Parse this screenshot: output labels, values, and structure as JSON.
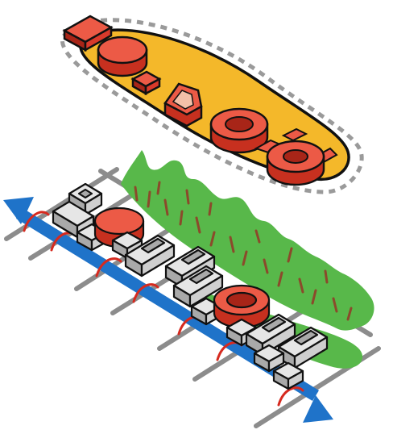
{
  "colors": {
    "background": "#ffffff",
    "outline": "#111111",
    "red_block": "#d93a2b",
    "red_block_top": "#ec5a46",
    "red_block_side": "#a82518",
    "yellow_zone": "#f4b82a",
    "dashed_boundary": "#9a9a9a",
    "green_forest": "#58b84a",
    "green_forest_dark": "#3f9a35",
    "tree_trunk": "#8b4a2b",
    "grey_block_top": "#e6e6e6",
    "grey_block_side": "#a9a9a9",
    "grey_block_front": "#cfcfcf",
    "road_grey": "#8c8c8c",
    "blue_arrow": "#1f73c9",
    "red_link": "#d62a1f"
  },
  "icons": {
    "arrow": "blue-double-headed-arrow",
    "forest": "green-forest-with-trees",
    "boundary": "dashed-boundary-line"
  }
}
